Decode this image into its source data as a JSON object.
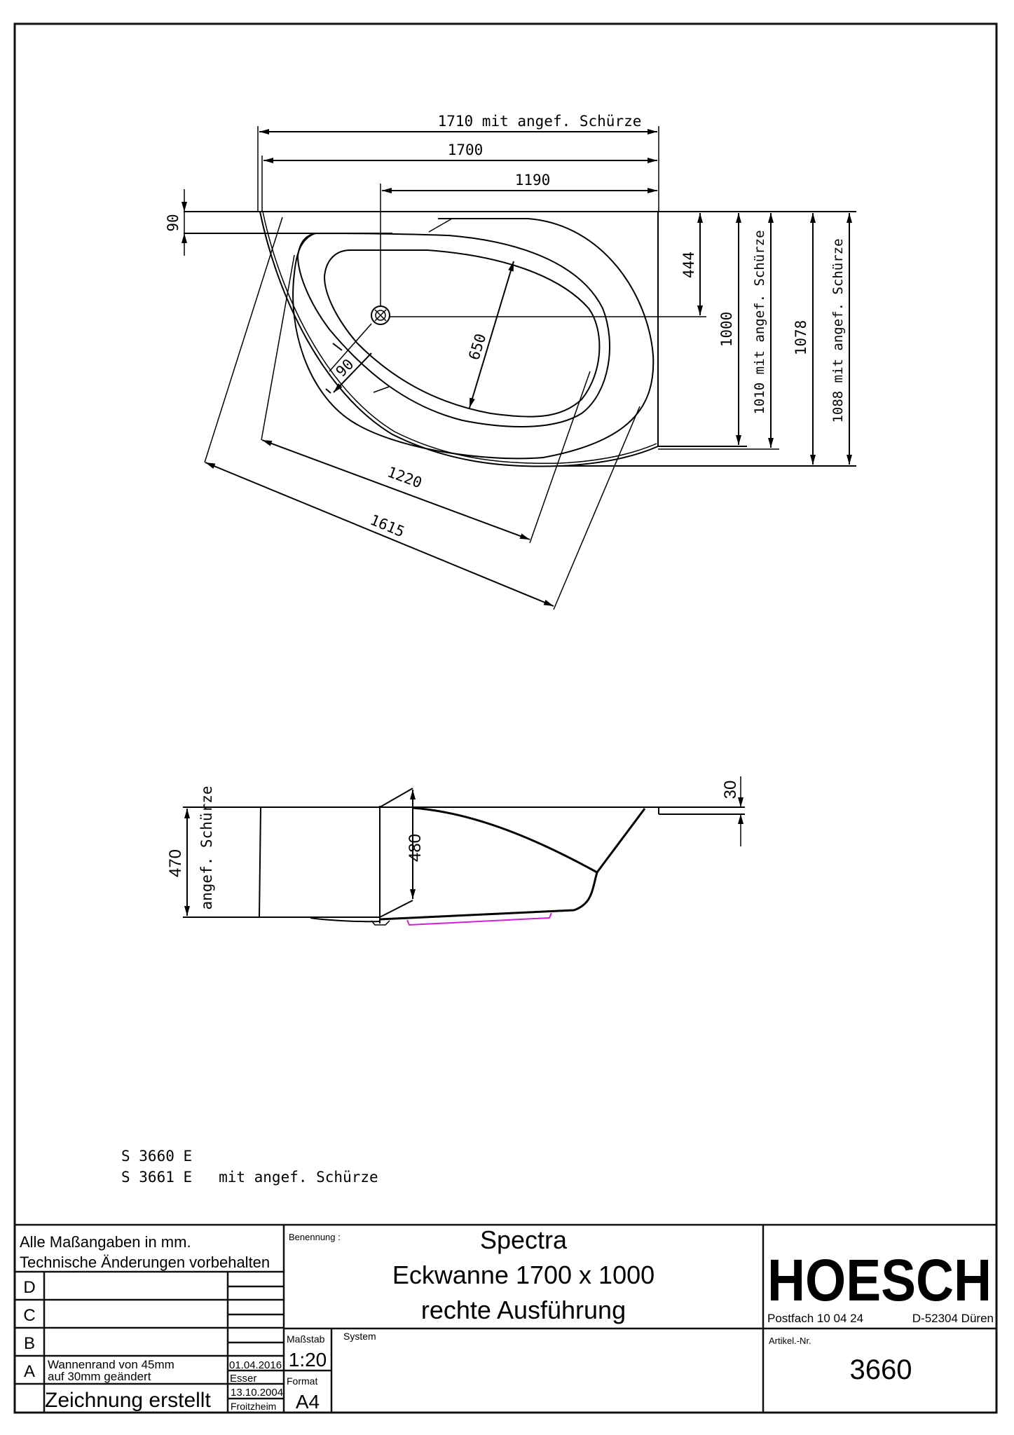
{
  "drawing": {
    "plan_view": {
      "dimensions": {
        "width_with_apron": "1710 mit angef. Schürze",
        "width": "1700",
        "drain_to_right": "1190",
        "rim_offset_top": "90",
        "drain_from_top": "444",
        "depth": "1000",
        "depth_with_apron": "1010 mit angef. Schürze",
        "depth_total": "1078",
        "depth_total_with_apron": "1088 mit angef. Schürze",
        "basin_width": "650",
        "rim_width_diag": "90",
        "diag_inner": "1220",
        "diag_outer": "1615"
      }
    },
    "side_view": {
      "dimensions": {
        "height_apron": "470",
        "height_apron_label": "angef. Schürze",
        "height_inner": "480",
        "rim_thickness": "30"
      },
      "highlight_color": "#d020d0"
    },
    "variants": [
      "S 3660 E",
      "S 3661 E   mit angef. Schürze"
    ]
  },
  "title_block": {
    "notes": [
      "Alle Maßangaben in mm.",
      "Technische Änderungen vorbehalten"
    ],
    "revisions": [
      {
        "letter": "D",
        "text": "",
        "date": "",
        "name": ""
      },
      {
        "letter": "C",
        "text": "",
        "date": "",
        "name": ""
      },
      {
        "letter": "B",
        "text": "",
        "date": "",
        "name": ""
      },
      {
        "letter": "A",
        "text_line1": "Wannenrand von 45mm",
        "text_line2": "auf 30mm geändert",
        "date": "01.04.2016",
        "name": "Esser"
      },
      {
        "letter": "",
        "text": "Zeichnung erstellt",
        "date": "13.10.2004",
        "name": "Froitzheim"
      }
    ],
    "benennung_label": "Benennung :",
    "title_lines": [
      "Spectra",
      "Eckwanne 1700 x 1000",
      "rechte Ausführung"
    ],
    "scale_label": "Maßstab",
    "scale_value": "1:20",
    "format_label": "Format",
    "format_value": "A4",
    "system_label": "System",
    "company": {
      "logo": "HOESCH",
      "postfach": "Postfach 10 04 24",
      "city": "D-52304 Düren"
    },
    "article_label": "Artikel.-Nr.",
    "article_number": "3660"
  }
}
